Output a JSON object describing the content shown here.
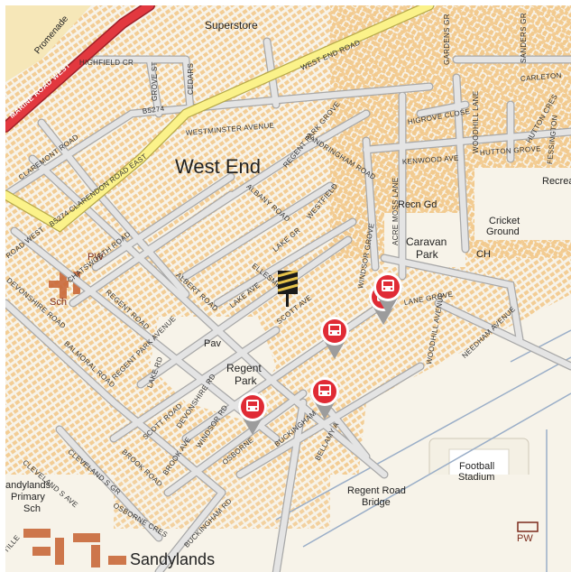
{
  "map": {
    "place_labels": {
      "west_end": "West End",
      "superstore": "Superstore",
      "sandylands": "Sandylands",
      "regent_park_line1": "Regent",
      "regent_park_line2": "Park",
      "pav": "Pav",
      "recn_gd": "Recn Gd",
      "caravan_park_line1": "Caravan",
      "caravan_park_line2": "Park",
      "ch": "CH",
      "cricket_ground_line1": "Cricket",
      "cricket_ground_line2": "Ground",
      "football_stadium_line1": "Football",
      "football_stadium_line2": "Stadium",
      "regent_road_bridge_line1": "Regent Road",
      "regent_road_bridge_line2": "Bridge",
      "sandylands_primary_line1": "andylands",
      "sandylands_primary_line2": "Primary",
      "sandylands_primary_line3": "Sch",
      "sch": "Sch",
      "pw_west": "PW",
      "pw_east": "PW",
      "promenade": "Promenade",
      "recrea": "Recrea"
    },
    "road_labels": {
      "marine_road_west": "Marine Road West",
      "highfield_cr": "Highfield Cr",
      "grove_st": "Grove St",
      "cedars": "Cedars",
      "west_end_road": "West End Road",
      "b5274_north": "B5274",
      "westminster_avenue": "Westminster Avenue",
      "sandringham_road": "Sandringham Road",
      "regent_park_grove": "Regent Park Grove",
      "claremont_road": "Claremont Road",
      "b5274_clarendon_road_east": "B5274 Clarendon Road East",
      "albany_road": "Albany Road",
      "westfield": "Westfield",
      "kenwood_ave": "Kenwood Ave",
      "hutton_grove": "Hutton Grove",
      "gardens_gr": "Gardens Gr",
      "sanders_gr": "Sanders Gr",
      "carleton": "Carleton",
      "higrove_close": "Higrove Close",
      "woodhill_lane": "Woodhill Lane",
      "acre_moss_lane": "Acre Moss Lane",
      "windsor_grove": "Windsor Grove",
      "lake_gr": "Lake Gr",
      "ellesmere": "Ellesmere",
      "scott_ave": "Scott Ave",
      "chatsworth_road": "Chatsworth Road",
      "albert_road": "Albert Road",
      "lake_ave": "Lake Ave",
      "road_west": "Road West",
      "devonshire_road": "Devonshire Road",
      "regent_road": "Regent Road",
      "regent_park_avenue": "Regent Park Avenue",
      "balmoral_road": "Balmoral Road",
      "lake_rd": "Lake Rd",
      "scott_road": "Scott Road",
      "devonshire_rd": "Devonshire Rd",
      "windsor_rd": "Windsor Rd",
      "osborne": "Osborne",
      "buckingham": "Buckingham",
      "bellamy_a": "Bellamy A",
      "cleveland_s_gr": "Cleveland S Gr",
      "cleveland_s_ave": "Cleveland S Ave",
      "brook_road": "Brook Road",
      "brook_ave": "Brook Ave",
      "osborne_cres": "Osborne Cres",
      "buckingham_rd": "Buckingham Rd",
      "lane_grove": "Lane Grove",
      "woodhill_avenue": "Woodhill Avenue",
      "needham_avenue": "Needham Avenue",
      "hutton_cres": "Hutton Cres",
      "ressington": "Fessington",
      "tille": "Tille"
    },
    "colors": {
      "background": "#f7f3e9",
      "minor_road": "#c8c8c8",
      "road_casing": "#a8a8a8",
      "b_road": "#fbf28a",
      "a_road": "#e2383f",
      "buildings": "#f2c98c",
      "sea": "#f6e7b8",
      "rail": "#9aaec8",
      "school_bldg": "#c9693a",
      "pin_red": "#e02b35"
    },
    "icons": {
      "bus_stop": "bus-icon",
      "flag_marker": "flag-marker-icon"
    }
  }
}
